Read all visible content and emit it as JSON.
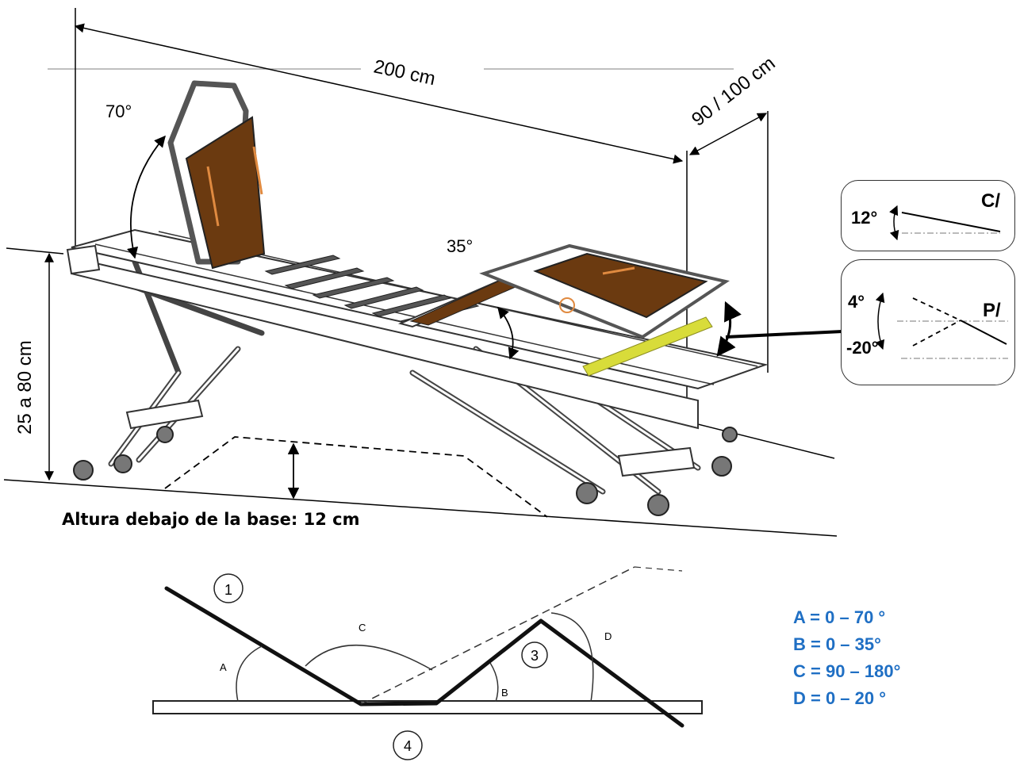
{
  "dimensions": {
    "length": "200 cm",
    "width": "90 / 100 cm",
    "height_range": "25 a 80 cm",
    "under_base": "Altura debajo de la base: 12 cm"
  },
  "angles": {
    "backrest": "70°",
    "leg": "35°"
  },
  "panel_c": {
    "tag": "C/",
    "angle": "12°"
  },
  "panel_p": {
    "tag": "P/",
    "angle_up": "4°",
    "angle_down": "-20°"
  },
  "schematic": {
    "markers": {
      "m1": "1",
      "m3": "3",
      "m4": "4"
    },
    "arcs": {
      "a": "A",
      "b": "B",
      "c": "C",
      "d": "D"
    }
  },
  "legend": [
    "A = 0 – 70 °",
    "B = 0 – 35°",
    "C = 90 – 180°",
    "D = 0 – 20 °"
  ],
  "colors": {
    "legend": "#1f6fc4",
    "deck_panel": "#6b3a10",
    "strap": "#d8dc3a"
  }
}
